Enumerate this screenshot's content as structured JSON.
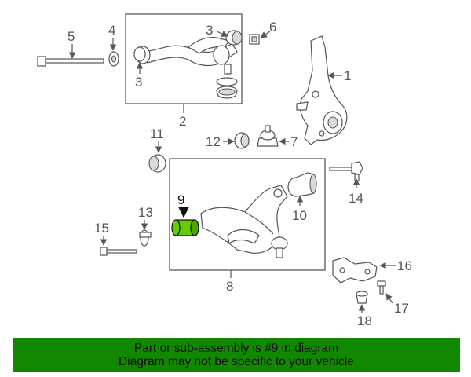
{
  "highlight_color": "#66cc00",
  "banner": {
    "background": "#118800",
    "line1": "Part or sub-assembly is #9 in diagram",
    "line2": "Diagram may not be specific to your vehicle"
  },
  "callouts": {
    "n1": "1",
    "n2": "2",
    "n3a": "3",
    "n3b": "3",
    "n4": "4",
    "n5": "5",
    "n6": "6",
    "n7": "7",
    "n8": "8",
    "n9": "9",
    "n10": "10",
    "n11": "11",
    "n12": "12",
    "n13": "13",
    "n14": "14",
    "n15": "15",
    "n16": "16",
    "n17": "17",
    "n18": "18"
  }
}
